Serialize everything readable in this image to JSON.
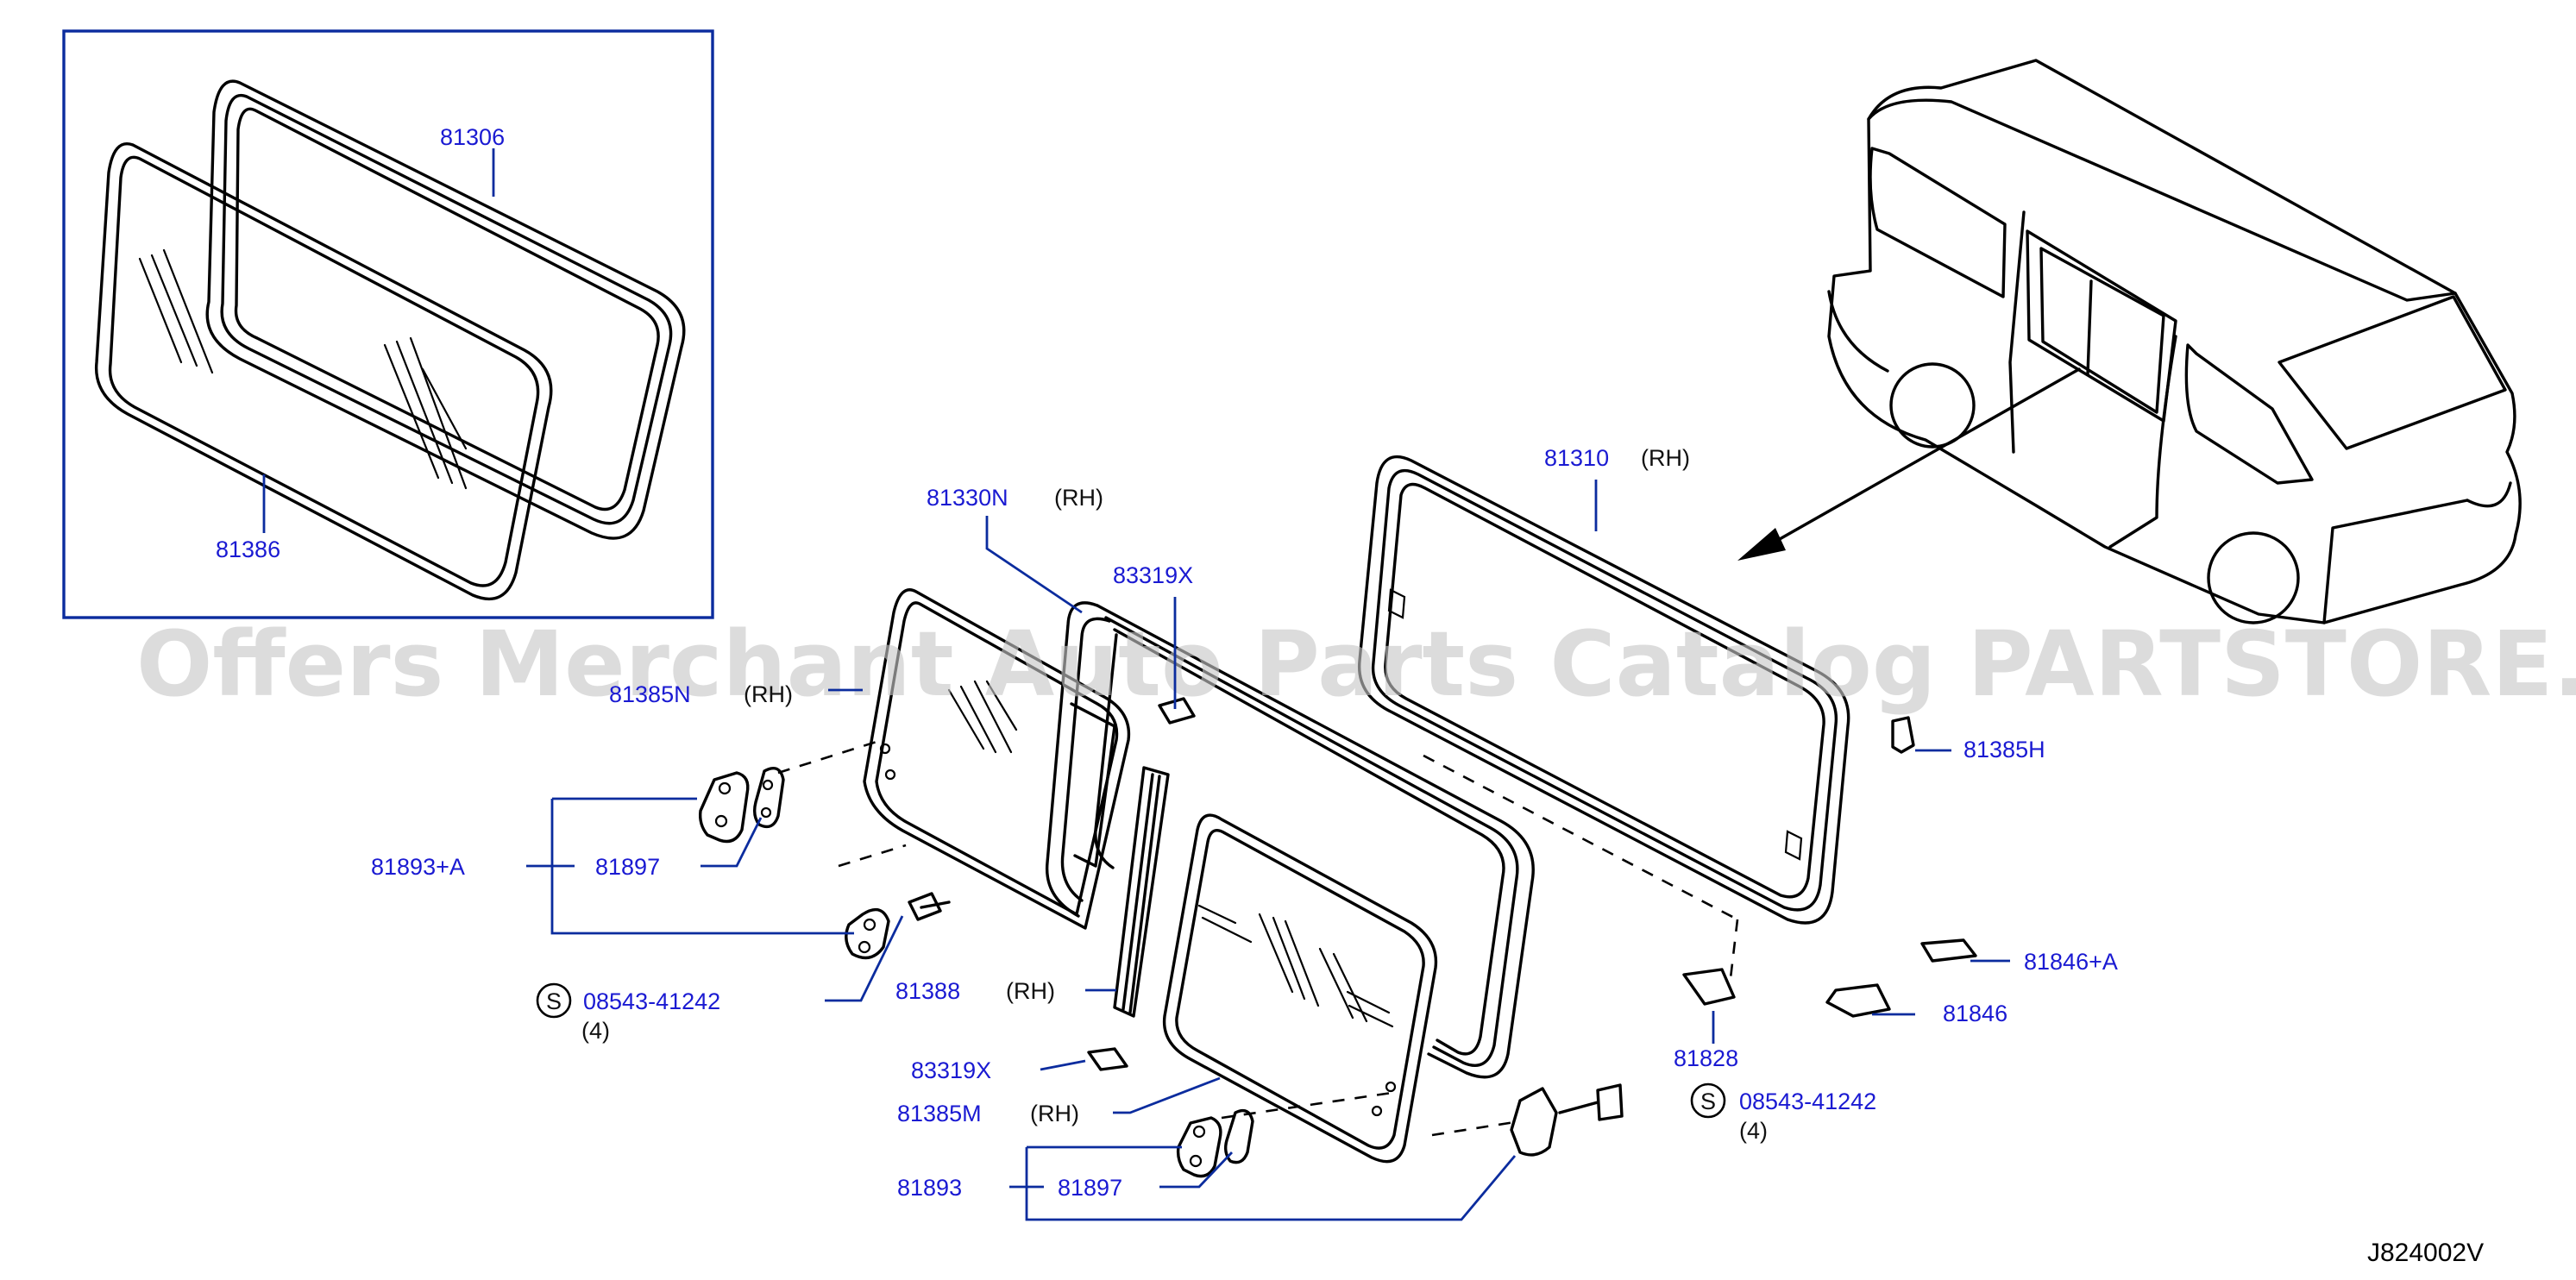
{
  "watermark": "Offers Merchant Auto Parts Catalog PARTSTORE.SA",
  "diagram_code": "J824002V",
  "side_suffix": "(RH)",
  "qty_note": "(4)",
  "bolt_symbol": "S",
  "parts": {
    "p81306": "81306",
    "p81386": "81386",
    "p81330N": "81330N",
    "p83319X_top": "83319X",
    "p81310": "81310",
    "p81385N": "81385N",
    "p81385H": "81385H",
    "p81893A": "81893+A",
    "p81897_left": "81897",
    "p08543_left": "08543-41242",
    "p81388": "81388",
    "p83319X_bottom": "83319X",
    "p81385M": "81385M",
    "p81893": "81893",
    "p81897_bottom": "81897",
    "p81828": "81828",
    "p81846A": "81846+A",
    "p81846": "81846",
    "p08543_right": "08543-41242"
  }
}
